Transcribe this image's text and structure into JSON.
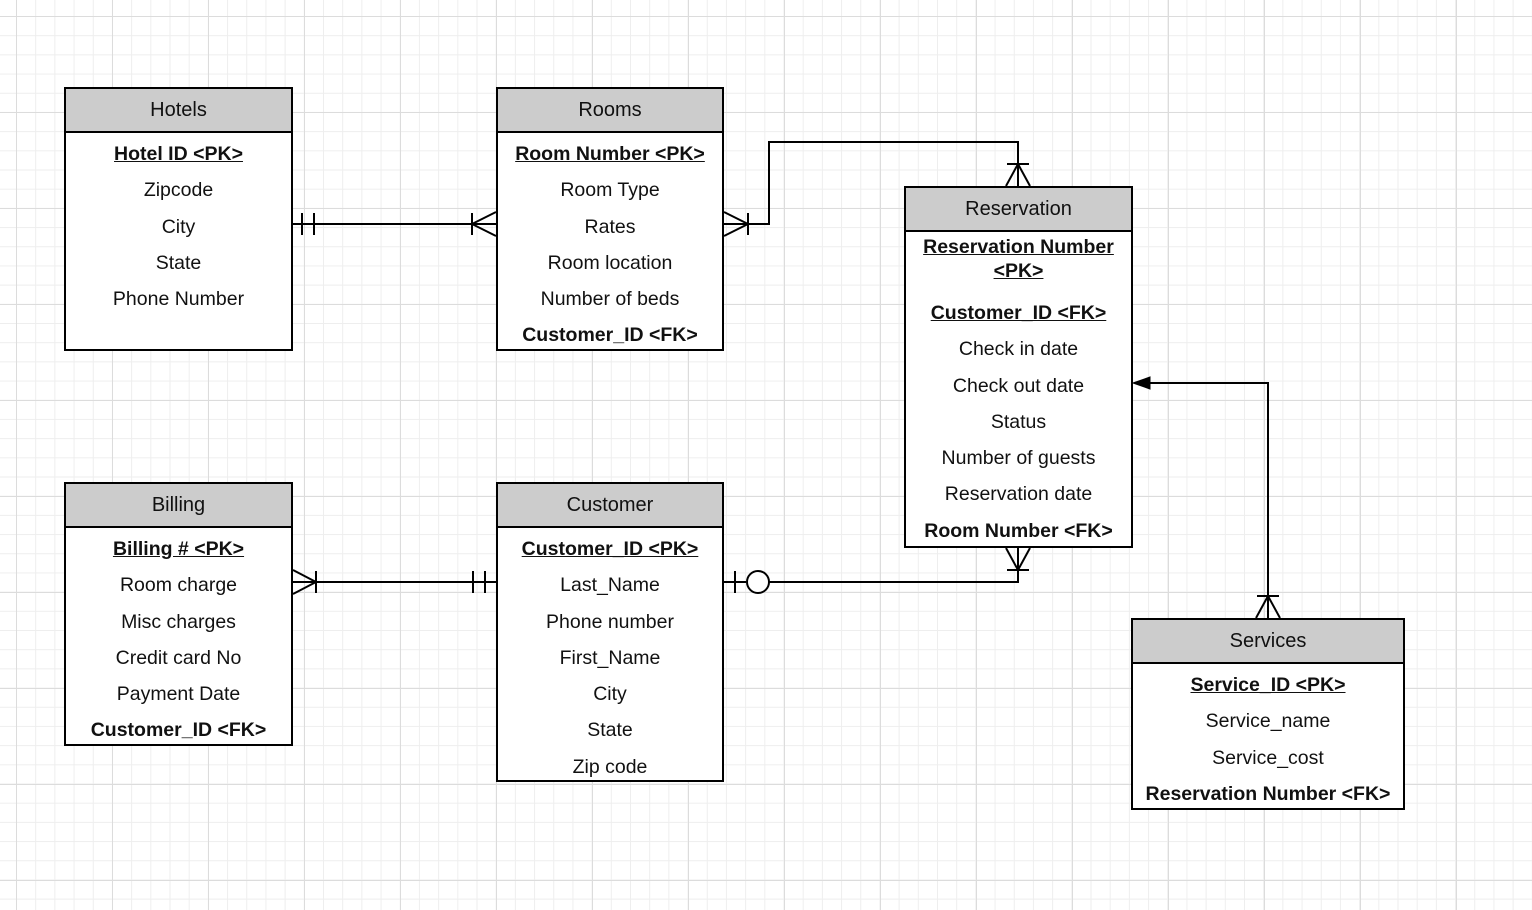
{
  "entities": {
    "hotels": {
      "title": "Hotels",
      "attrs": [
        "Hotel ID <PK>",
        "Zipcode",
        "City",
        "State",
        "Phone Number"
      ]
    },
    "rooms": {
      "title": "Rooms",
      "attrs": [
        "Room Number <PK>",
        "Room Type",
        "Rates",
        "Room location",
        "Number of beds",
        "Customer_ID <FK>"
      ]
    },
    "reservation": {
      "title": "Reservation",
      "attrs": [
        "Reservation Number <PK>",
        "Customer_ID <FK>",
        "Check in date",
        "Check out date",
        "Status",
        "Number of guests",
        "Reservation date",
        "Room Number <FK>"
      ]
    },
    "billing": {
      "title": "Billing",
      "attrs": [
        "Billing # <PK>",
        "Room charge",
        "Misc charges",
        "Credit card No",
        "Payment Date",
        "Customer_ID <FK>"
      ]
    },
    "customer": {
      "title": "Customer",
      "attrs": [
        "Customer_ID <PK>",
        "Last_Name",
        "Phone number",
        "First_Name",
        "City",
        "State",
        "Zip code"
      ]
    },
    "services": {
      "title": "Services",
      "attrs": [
        "Service_ID <PK>",
        "Service_name",
        "Service_cost",
        "Reservation Number <FK>"
      ]
    }
  },
  "relationships": [
    {
      "from": "Hotels",
      "to": "Rooms",
      "from_cardinality": "one-and-only-one",
      "to_cardinality": "one-or-many"
    },
    {
      "from": "Rooms",
      "to": "Reservation",
      "from_cardinality": "one-or-many",
      "to_cardinality": "one-or-many"
    },
    {
      "from": "Billing",
      "to": "Customer",
      "from_cardinality": "one-or-many",
      "to_cardinality": "one-and-only-one"
    },
    {
      "from": "Customer",
      "to": "Reservation",
      "from_cardinality": "zero-or-one",
      "to_cardinality": "one-or-many"
    },
    {
      "from": "Services",
      "to": "Reservation",
      "from_cardinality": "one-or-many",
      "to_cardinality": "arrow"
    }
  ]
}
